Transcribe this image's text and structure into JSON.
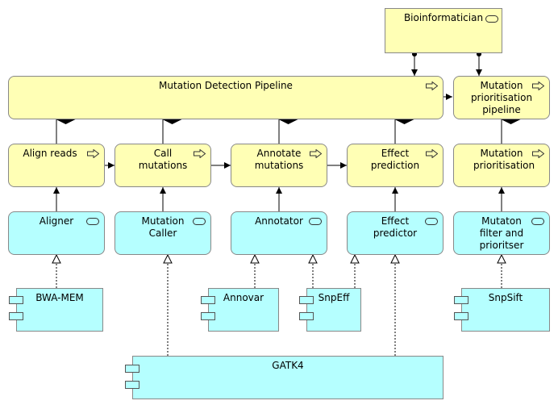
{
  "diagram": {
    "actor": {
      "label": "Bioinformatician",
      "icon": "role-icon"
    },
    "pipeline": {
      "label": "Mutation Detection Pipeline",
      "icon": "process-arrow-icon"
    },
    "prioritisation_pipeline": {
      "label": "Mutation prioritisation pipeline",
      "icon": "process-arrow-icon"
    },
    "processes": {
      "align": {
        "label": "Align reads"
      },
      "call": {
        "label": "Call mutations"
      },
      "annotate": {
        "label": "Annotate mutations"
      },
      "effect": {
        "label": "Effect prediction"
      },
      "prioritisation": {
        "label": "Mutation prioritisation"
      }
    },
    "services": {
      "aligner": {
        "label": "Aligner"
      },
      "caller": {
        "label": "Mutation Caller"
      },
      "annotator": {
        "label": "Annotator"
      },
      "predictor": {
        "label": "Effect predictor"
      },
      "filter": {
        "label": "Mutaton filter and prioritser"
      }
    },
    "components": {
      "bwa": {
        "label": "BWA-MEM"
      },
      "annovar": {
        "label": "Annovar"
      },
      "snpeff": {
        "label": "SnpEff"
      },
      "snpsift": {
        "label": "SnpSift"
      },
      "gatk": {
        "label": "GATK4"
      }
    },
    "colors": {
      "business": "#ffffb5",
      "application": "#b5ffff",
      "border": "#888888",
      "line": "#000000"
    }
  }
}
